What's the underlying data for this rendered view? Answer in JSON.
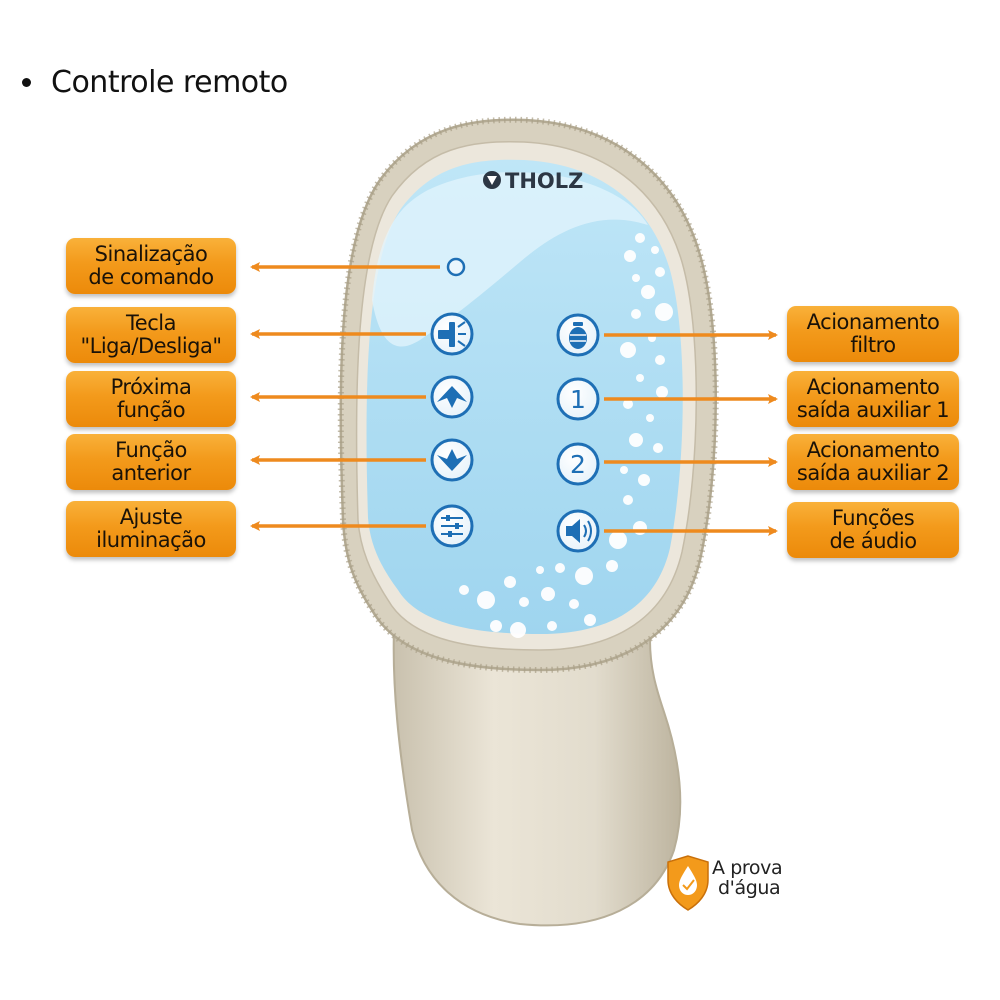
{
  "heading": "Controle remoto",
  "brand": "THOLZ",
  "left_labels": [
    {
      "line1": "Sinalização",
      "line2": "de comando"
    },
    {
      "line1": "Tecla",
      "line2": "\"Liga/Desliga\""
    },
    {
      "line1": "Próxima",
      "line2": "função"
    },
    {
      "line1": "Função",
      "line2": "anterior"
    },
    {
      "line1": "Ajuste",
      "line2": "iluminação"
    }
  ],
  "right_labels": [
    {
      "line1": "Acionamento",
      "line2": "filtro"
    },
    {
      "line1": "Acionamento",
      "line2": "saída auxiliar 1"
    },
    {
      "line1": "Acionamento",
      "line2": "saída auxiliar 2"
    },
    {
      "line1": "Funções",
      "line2": "de áudio"
    }
  ],
  "buttons": {
    "aux1": "1",
    "aux2": "2"
  },
  "badge": {
    "line1": "A prova",
    "line2": "d'água"
  },
  "colors": {
    "label_orange": "#f39a1b",
    "arrow_orange": "#ee8a1e",
    "button_blue": "#1e6fb5",
    "screen_blue": "#a9dcf3",
    "body_beige": "#ddd6c6"
  }
}
